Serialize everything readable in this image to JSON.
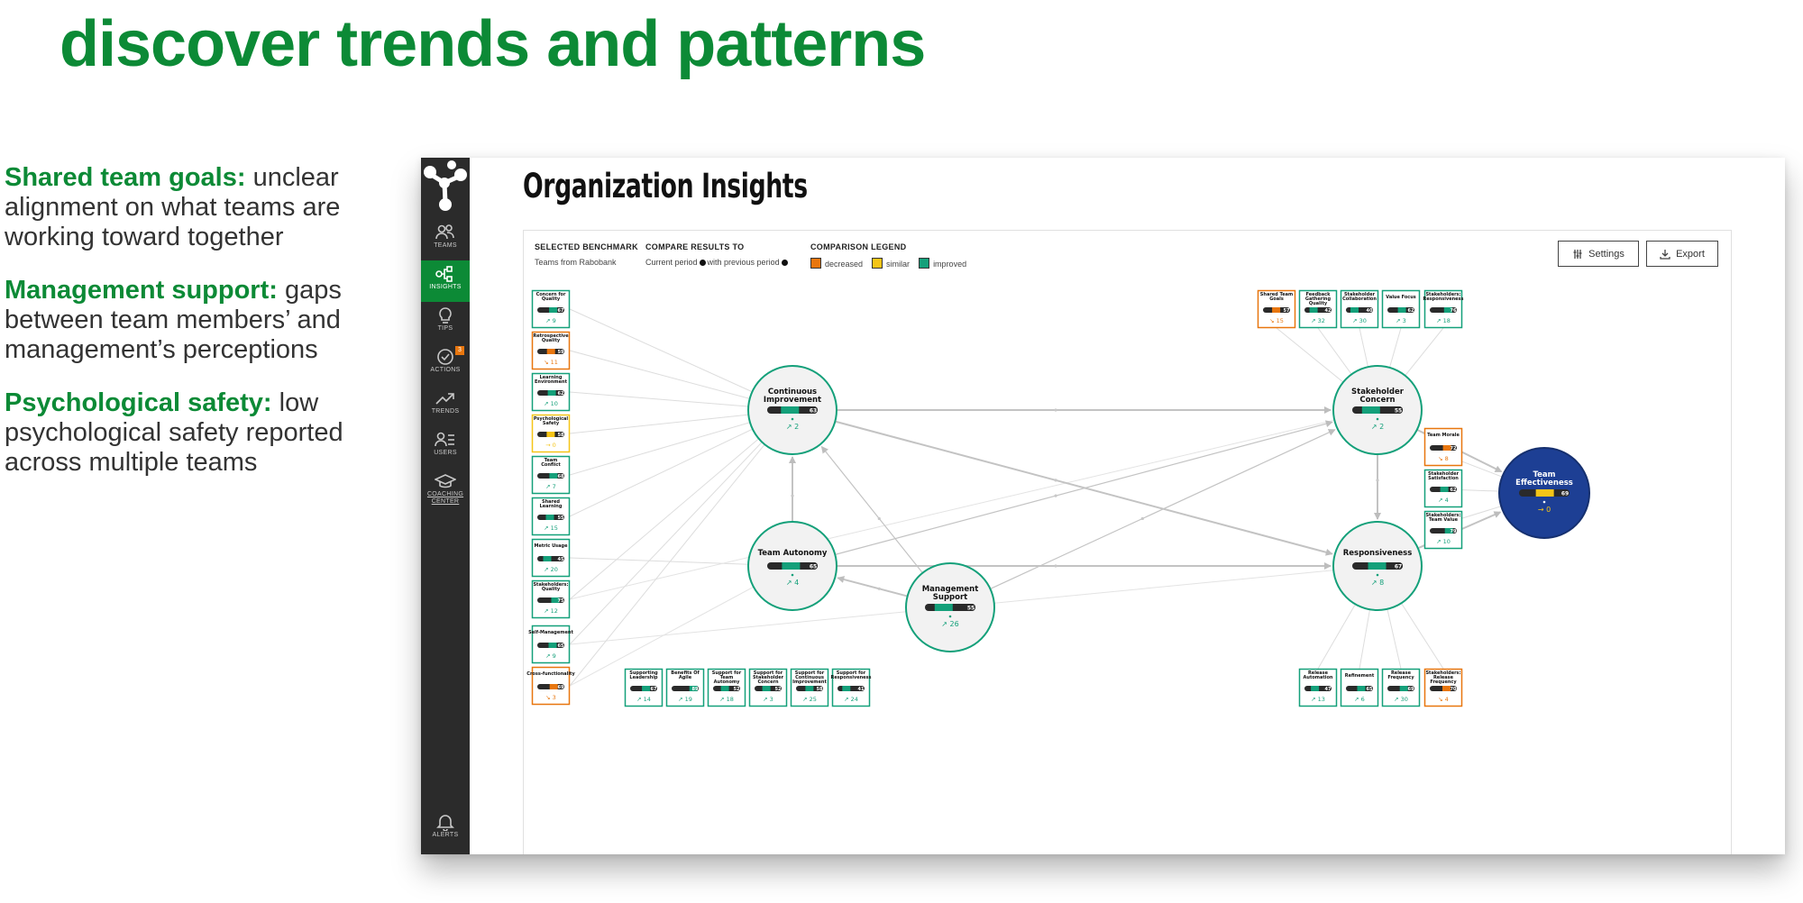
{
  "slide": {
    "title": "discover trends and patterns",
    "bullets": [
      {
        "heading": "Shared team goals:",
        "text": " unclear alignment on what teams are working toward together"
      },
      {
        "heading": "Management support:",
        "text": " gaps between team members’ and management’s perceptions"
      },
      {
        "heading": "Psychological safety:",
        "text": " low psychological safety reported across multiple teams"
      }
    ]
  },
  "sidebar": {
    "items": [
      {
        "label": "TEAMS",
        "icon": "users-icon"
      },
      {
        "label": "INSIGHTS",
        "icon": "network-icon",
        "active": true
      },
      {
        "label": "TIPS",
        "icon": "lightbulb-icon"
      },
      {
        "label": "ACTIONS",
        "icon": "check-circle-icon",
        "badge": "3"
      },
      {
        "label": "TRENDS",
        "icon": "trend-icon"
      },
      {
        "label": "USERS",
        "icon": "user-list-icon"
      },
      {
        "label": "COACHING CENTER",
        "line1": "COACHING",
        "line2": "CENTER",
        "icon": "graduation-cap-icon"
      }
    ],
    "alerts_label": "ALERTS"
  },
  "app": {
    "title": "Organization Insights"
  },
  "controls": {
    "benchmark_header": "SELECTED BENCHMARK",
    "benchmark_value": "Teams from Rabobank",
    "compare_header": "COMPARE RESULTS TO",
    "compare_left": "Current period",
    "compare_mid": "with previous period",
    "legend_header": "COMPARISON LEGEND",
    "legend": [
      {
        "label": "decreased",
        "color": "#e8760e"
      },
      {
        "label": "similar",
        "color": "#f5c518"
      },
      {
        "label": "improved",
        "color": "#14a07a"
      }
    ],
    "settings_label": "Settings",
    "export_label": "Export"
  },
  "colors": {
    "brand_green": "#0c8a36",
    "improved": "#14a07a",
    "decreased": "#e8760e",
    "similar": "#f5c518",
    "effectiveness_blue": "#1d3f94"
  },
  "factors": [
    {
      "name": "Continuous Improvement",
      "value": "63",
      "score": 63,
      "delta": "2",
      "trend": "up"
    },
    {
      "name": "Stakeholder Concern",
      "value": "55",
      "score": 55,
      "delta": "2",
      "trend": "up"
    },
    {
      "name": "Team Autonomy",
      "value": "65",
      "score": 65,
      "delta": "4",
      "trend": "up"
    },
    {
      "name": "Responsiveness",
      "value": "67",
      "score": 67,
      "delta": "8",
      "trend": "up"
    },
    {
      "name": "Management Support",
      "value": "55",
      "score": 55,
      "delta": "26",
      "trend": "up"
    },
    {
      "name": "Team Effectiveness",
      "value": "69",
      "score": 69,
      "delta": "0",
      "trend": "flat"
    }
  ],
  "metrics_left": [
    {
      "name": "Concern for Quality",
      "value": "67",
      "score": 67,
      "delta": "9",
      "status": "improved"
    },
    {
      "name": "Retrospective Quality",
      "value": "59",
      "score": 59,
      "delta": "11",
      "status": "decreased"
    },
    {
      "name": "Learning Environment",
      "value": "62",
      "score": 62,
      "delta": "10",
      "status": "improved"
    },
    {
      "name": "Psychological Safety",
      "value": "58",
      "score": 58,
      "delta": "0",
      "status": "similar"
    },
    {
      "name": "Team Conflict",
      "value": "68",
      "score": 68,
      "delta": "7",
      "status": "improved"
    },
    {
      "name": "Shared Learning",
      "value": "55",
      "score": 55,
      "delta": "15",
      "status": "improved"
    },
    {
      "name": "Metric Usage",
      "value": "45",
      "score": 45,
      "delta": "20",
      "status": "improved"
    },
    {
      "name": "Stakeholders: Quality",
      "value": "75",
      "score": 75,
      "delta": "12",
      "status": "improved"
    },
    {
      "name": "Self-Management",
      "value": "65",
      "score": 65,
      "delta": "9",
      "status": "improved"
    },
    {
      "name": "Cross-functionality",
      "value": "69",
      "score": 69,
      "delta": "3",
      "status": "decreased"
    }
  ],
  "metrics_top": [
    {
      "name": "Shared Team Goals",
      "value": "57",
      "score": 57,
      "delta": "15",
      "status": "decreased"
    },
    {
      "name": "Feedback Gathering Quality",
      "value": "42",
      "score": 42,
      "delta": "32",
      "status": "improved"
    },
    {
      "name": "Stakeholder Collaboration",
      "value": "40",
      "score": 40,
      "delta": "30",
      "status": "improved"
    },
    {
      "name": "Value Focus",
      "value": "62",
      "score": 62,
      "delta": "3",
      "status": "improved"
    },
    {
      "name": "Stakeholders: Responsiveness",
      "value": "76",
      "score": 76,
      "delta": "18",
      "status": "improved"
    }
  ],
  "metrics_right": [
    {
      "name": "Team Morale",
      "value": "72",
      "score": 72,
      "delta": "8",
      "status": "decreased"
    },
    {
      "name": "Stakeholder Satisfaction",
      "value": "62",
      "score": 62,
      "delta": "4",
      "status": "improved"
    },
    {
      "name": "Stakeholders: Team Value",
      "value": "79",
      "score": 79,
      "delta": "10",
      "status": "improved"
    }
  ],
  "metrics_bottom_left": [
    {
      "name": "Supporting Leadership",
      "value": "67",
      "score": 67,
      "delta": "14",
      "status": "improved"
    },
    {
      "name": "Benefits Of Agile",
      "value": "89",
      "score": 89,
      "delta": "19",
      "status": "improved"
    },
    {
      "name": "Support for Team Autonomy",
      "value": "52",
      "score": 52,
      "delta": "18",
      "status": "improved"
    },
    {
      "name": "Support for Stakeholder Concern",
      "value": "52",
      "score": 52,
      "delta": "3",
      "status": "improved"
    },
    {
      "name": "Support for Continuous Improvement",
      "value": "58",
      "score": 58,
      "delta": "25",
      "status": "improved"
    },
    {
      "name": "Support for Responsiveness",
      "value": "41",
      "score": 41,
      "delta": "24",
      "status": "improved"
    }
  ],
  "metrics_bottom_right": [
    {
      "name": "Release Automation",
      "value": "47",
      "score": 47,
      "delta": "13",
      "status": "improved"
    },
    {
      "name": "Refinement",
      "value": "65",
      "score": 65,
      "delta": "6",
      "status": "improved"
    },
    {
      "name": "Release Frequency",
      "value": "69",
      "score": 69,
      "delta": "30",
      "status": "improved"
    },
    {
      "name": "Stakeholders: Release Frequency",
      "value": "70",
      "score": 70,
      "delta": "4",
      "status": "decreased"
    }
  ]
}
